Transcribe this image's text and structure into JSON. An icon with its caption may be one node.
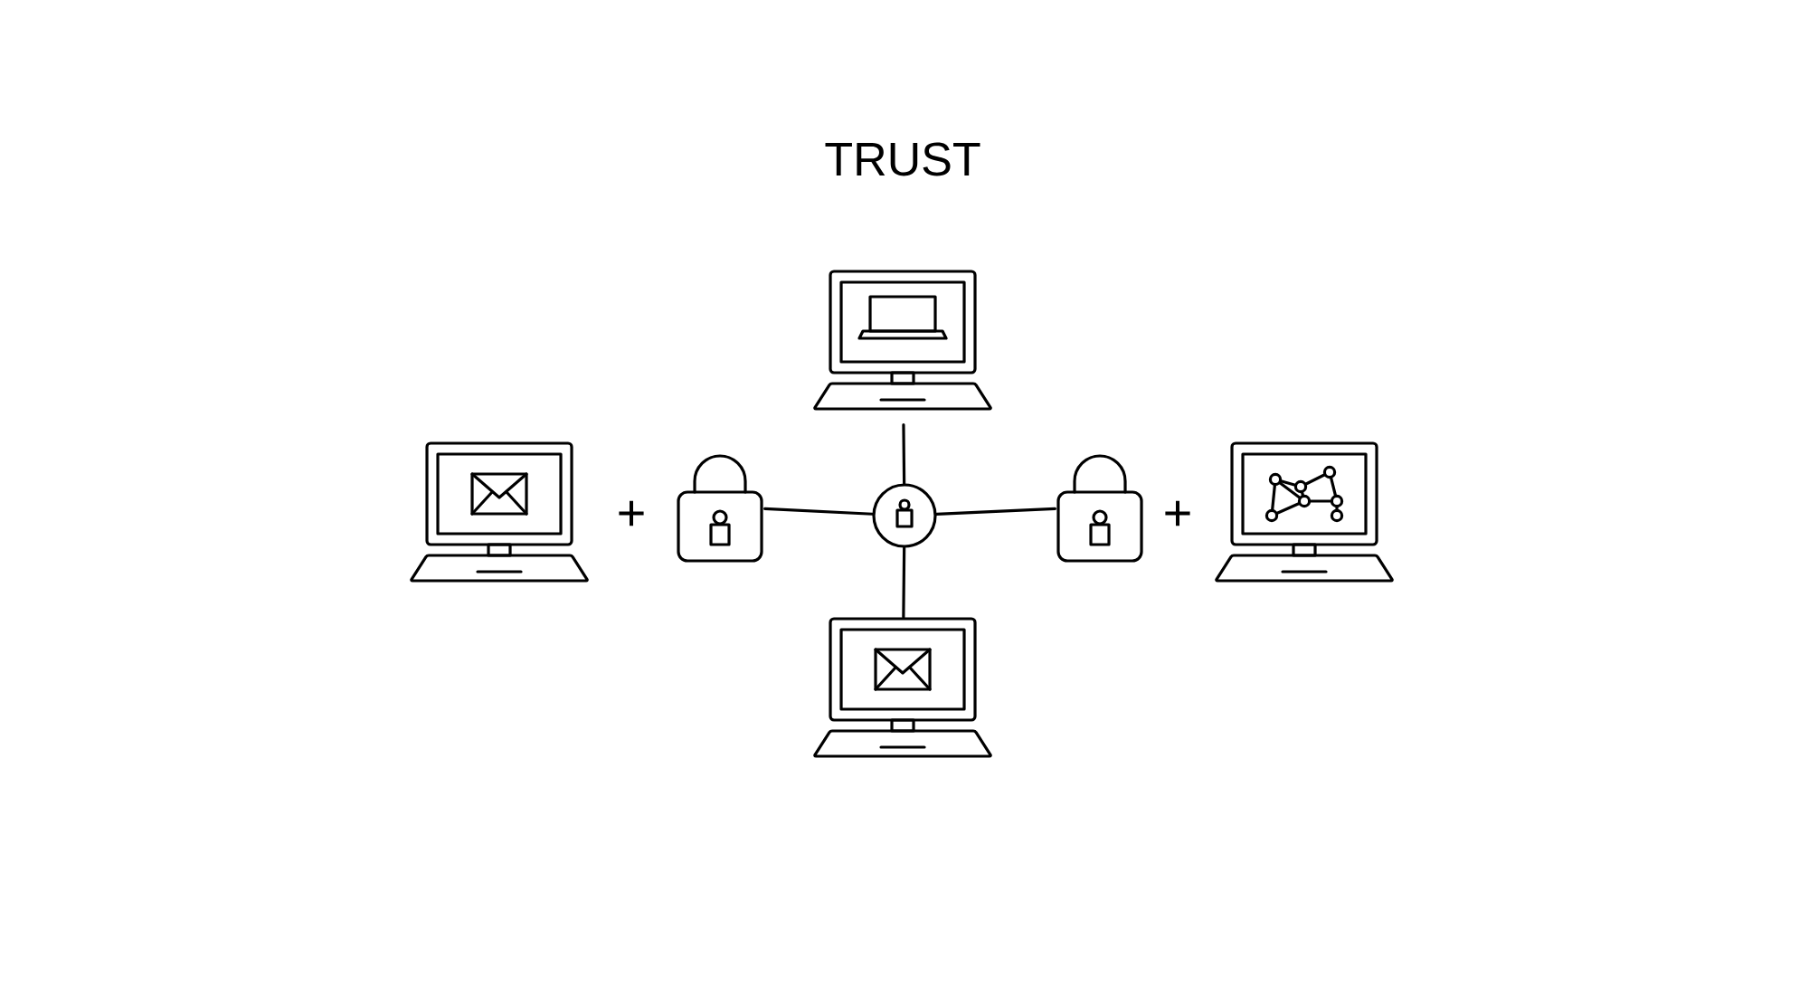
{
  "diagram": {
    "title": "TRUST",
    "nodes": [
      {
        "text": [],
        "shape": "laptop"
      },
      {
        "text": [],
        "shape": "laptop"
      },
      {
        "text": [],
        "shape": "padlock"
      },
      {
        "text": [],
        "shape": "circle"
      },
      {
        "text": [],
        "shape": "padlock"
      },
      {
        "text": [],
        "shape": "laptop"
      },
      {
        "text": [],
        "shape": "laptop"
      }
    ],
    "edges": [
      {
        "from": 3,
        "to": 0,
        "arrow": "none"
      },
      {
        "from": 2,
        "to": 3,
        "arrow": "none"
      },
      {
        "from": 3,
        "to": 4,
        "arrow": "none"
      },
      {
        "from": 3,
        "to": 6,
        "arrow": "none"
      }
    ],
    "labels": [
      "+",
      "+"
    ]
  }
}
